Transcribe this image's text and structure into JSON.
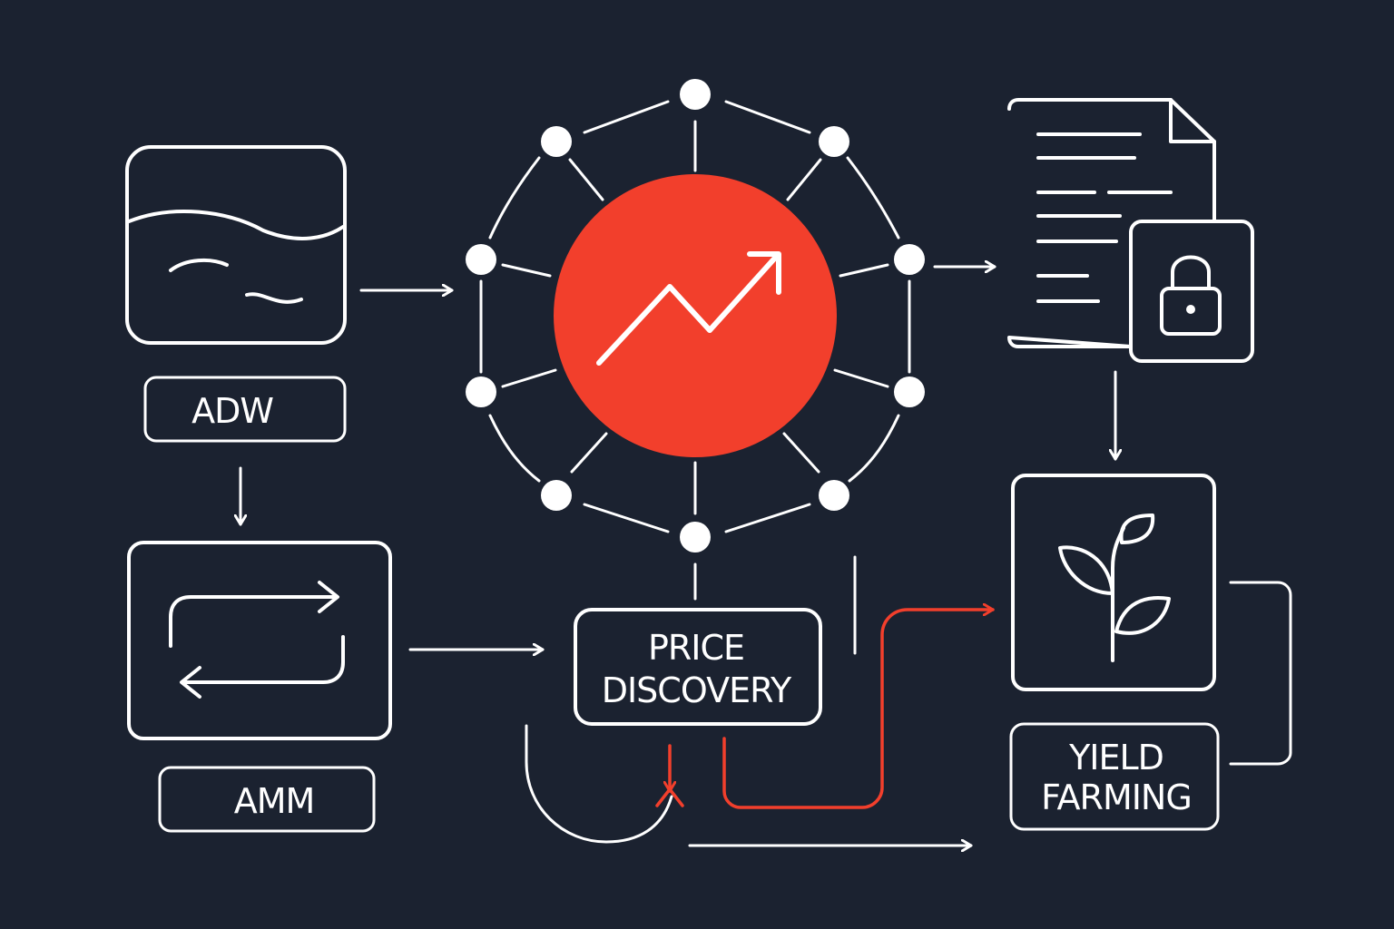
{
  "colors": {
    "background": "#1b2230",
    "stroke": "#ffffff",
    "accent": "#f23f2c"
  },
  "labels": {
    "adw": "ADW",
    "amm": "AMM",
    "price_discovery_line1": "PRICE",
    "price_discovery_line2": "DISCOVERY",
    "yield_farming_line1": "YIELD",
    "yield_farming_line2": "FARMING"
  },
  "icons": {
    "pool": "liquid-pool-icon",
    "swap": "swap-arrows-icon",
    "trend": "trending-up-icon",
    "contract": "document-lock-icon",
    "yield": "plant-sprout-icon"
  }
}
